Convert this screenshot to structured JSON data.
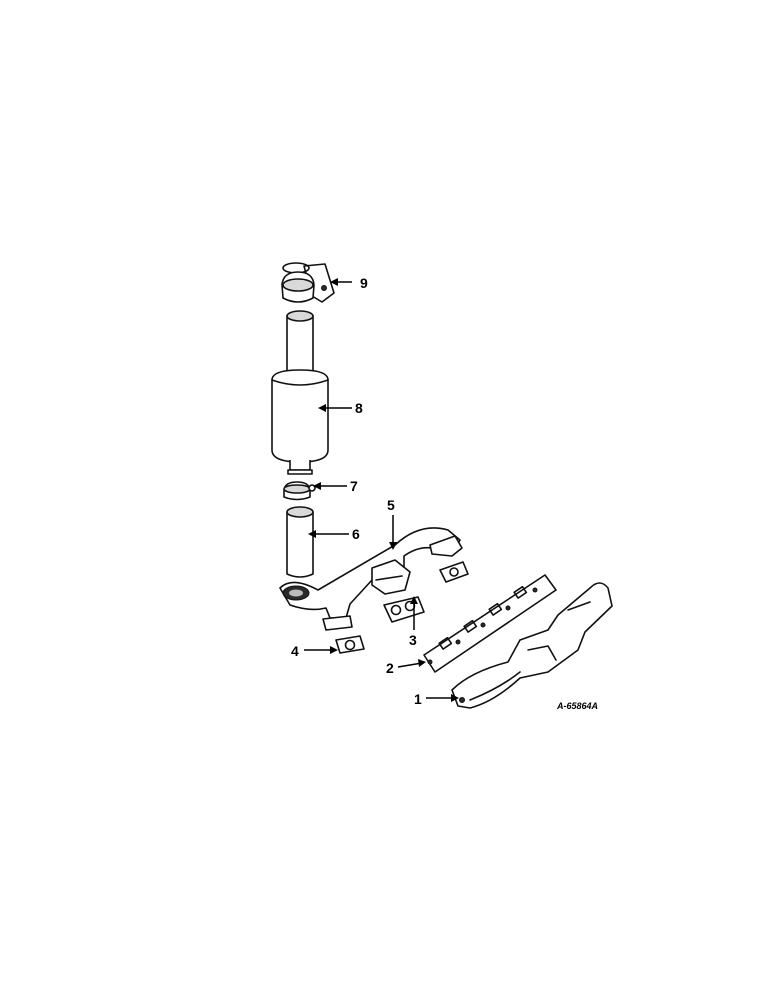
{
  "diagram": {
    "callouts": [
      {
        "id": "1",
        "part": "exhaust-manifold"
      },
      {
        "id": "2",
        "part": "manifold-gasket"
      },
      {
        "id": "3",
        "part": "flange-gasket"
      },
      {
        "id": "4",
        "part": "pipe-gasket"
      },
      {
        "id": "5",
        "part": "exhaust-pipe-manifold"
      },
      {
        "id": "6",
        "part": "pipe-extension"
      },
      {
        "id": "7",
        "part": "clamp"
      },
      {
        "id": "8",
        "part": "muffler"
      },
      {
        "id": "9",
        "part": "muffler-bracket-clamp"
      }
    ],
    "figure_code": "A-65864A"
  }
}
